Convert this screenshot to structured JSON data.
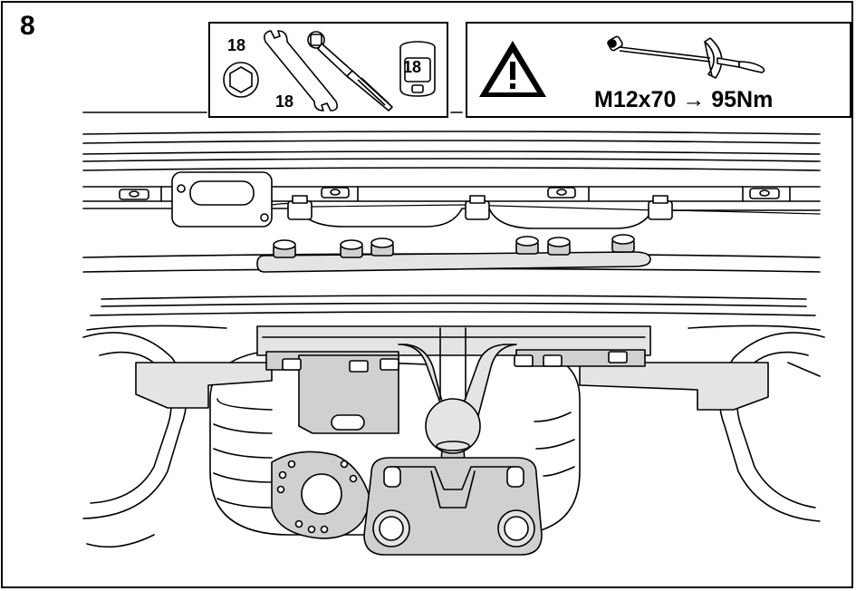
{
  "step": {
    "number": "8"
  },
  "tools": {
    "hex_size": "18",
    "wrench_size": "18",
    "socket_size": "18"
  },
  "warning": {
    "torque_spec": "M12x70 → 95Nm",
    "icon": "warning-triangle-icon"
  },
  "colors": {
    "line": "#000000",
    "metal_fill": "#d0d0d0",
    "plate_fill": "#e4e4e4",
    "background": "#ffffff"
  }
}
